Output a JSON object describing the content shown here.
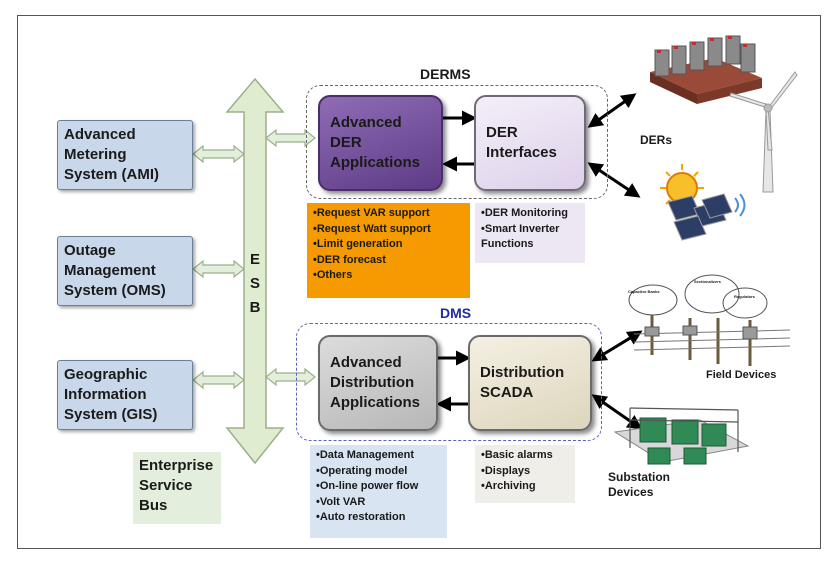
{
  "systems": [
    {
      "label_line1": "Advanced",
      "label_line2": "Metering",
      "label_line3": "System (AMI)"
    },
    {
      "label_line1": "Outage",
      "label_line2": "Management",
      "label_line3": "System (OMS)"
    },
    {
      "label_line1": "Geographic",
      "label_line2": "Information",
      "label_line3": "System (GIS)"
    }
  ],
  "esb": {
    "letters": [
      "E",
      "S",
      "B"
    ],
    "caption_line1": "Enterprise",
    "caption_line2": "Service",
    "caption_line3": "Bus"
  },
  "derms": {
    "title": "DERMS",
    "app_line1": "Advanced",
    "app_line2": "DER",
    "app_line3": "Applications",
    "interfaces_line1": "DER",
    "interfaces_line2": "Interfaces",
    "app_functions": [
      "Request VAR support",
      "Request Watt support",
      "Limit generation",
      "DER forecast",
      "Others"
    ],
    "interface_functions": [
      "DER Monitoring",
      "Smart Inverter"
    ],
    "interface_functions_cont": "Functions"
  },
  "dms": {
    "title": "DMS",
    "app_line1": "Advanced",
    "app_line2": "Distribution",
    "app_line3": "Applications",
    "scada_line1": "Distribution",
    "scada_line2": "SCADA",
    "app_functions": [
      "Data Management",
      "Operating model",
      "On-line power flow",
      "Volt VAR",
      "Auto restoration"
    ],
    "scada_functions": [
      "Basic alarms",
      "Displays",
      "Archiving"
    ]
  },
  "devices": {
    "ders": "DERs",
    "field_devices": "Field Devices",
    "capacitor_banks": "Capacitor Banks",
    "sectionalizers": "Sectionalizers",
    "regulators": "Regulators",
    "substation_line1": "Substation",
    "substation_line2": "Devices"
  },
  "colors": {
    "system_box": "#c8d8ea",
    "esb_arrow": "#dfeccf",
    "derms_app": "#6e4a98",
    "orange_list": "#f59a00",
    "dms_title": "#1f2aa8"
  }
}
